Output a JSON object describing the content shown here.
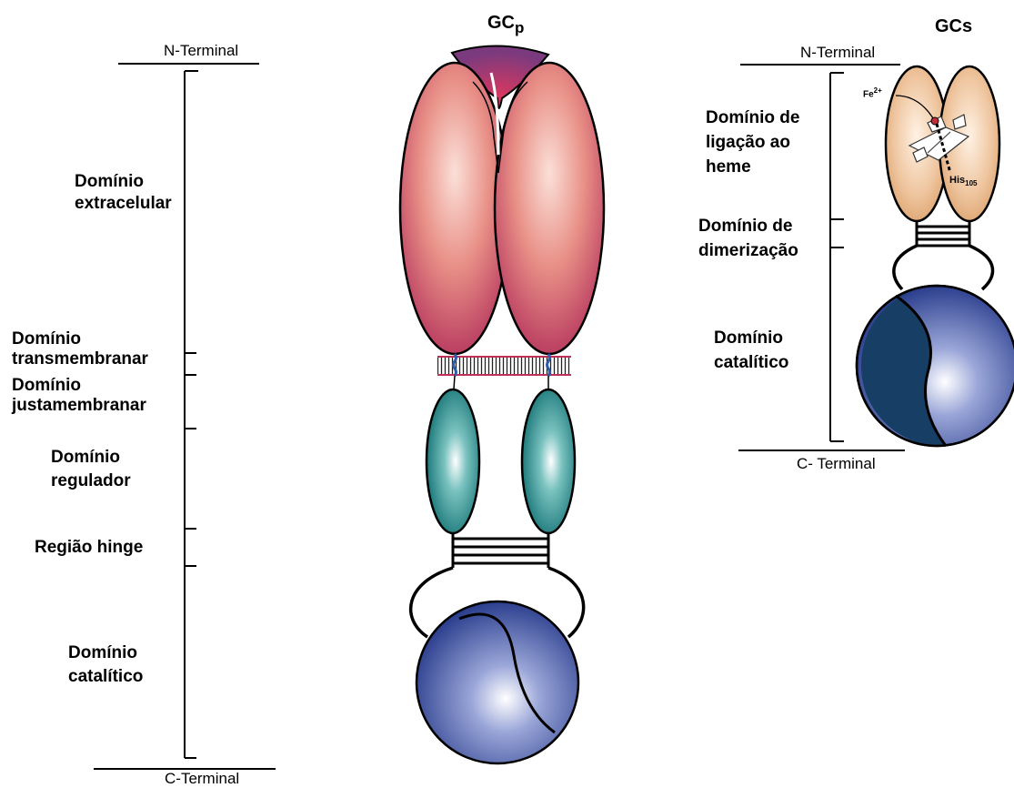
{
  "gcp": {
    "title_main": "GC",
    "title_sub": "p",
    "n_terminal": "N-Terminal",
    "c_terminal": "C-Terminal",
    "domains": {
      "extracellular": [
        "Domínio",
        "extracelular"
      ],
      "transmembrane": [
        "Domínio",
        "transmembranar"
      ],
      "juxtamembrane": [
        "Domínio",
        "justamembranar"
      ],
      "regulatory": [
        "Domínio",
        "regulador"
      ],
      "hinge": "Região hinge",
      "catalytic": [
        "Domínio",
        "catalítico"
      ]
    }
  },
  "gcs": {
    "title_main": "GC",
    "title_sub": "s",
    "n_terminal": "N-Terminal",
    "c_terminal": "C- Terminal",
    "domains": {
      "heme": [
        "Domínio de",
        "ligação ao",
        "heme"
      ],
      "dimerization": [
        "Domínio de",
        "dimerização"
      ],
      "catalytic": [
        "Domínio",
        "catalítico"
      ]
    },
    "fe_label": "Fe",
    "fe_charge": "2+",
    "his_label": "His",
    "his_sub": "105"
  },
  "colors": {
    "extracellular_light": "#f7c7bd",
    "extracellular_dark": "#b6375e",
    "regulatory_dark": "#0f6e70",
    "catalytic_dark": "#2c3f8e",
    "catalytic_dark_half": "#173f66",
    "heme_domain": "#e9b98f"
  }
}
